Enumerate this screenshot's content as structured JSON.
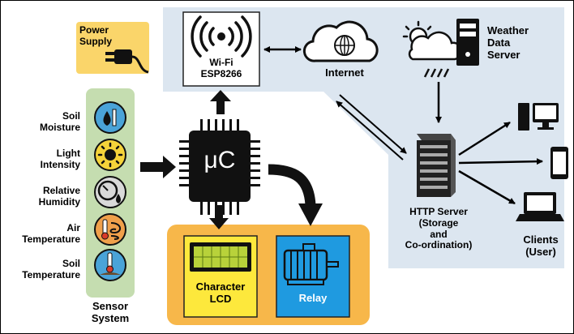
{
  "power_supply": {
    "line1": "Power",
    "line2": "Supply"
  },
  "wifi": {
    "line1": "Wi-Fi",
    "line2": "ESP8266"
  },
  "internet": {
    "label": "Internet"
  },
  "weather": {
    "line1": "Weather",
    "line2": "Data",
    "line3": "Server"
  },
  "mcu": {
    "label": "μC"
  },
  "sensors": [
    {
      "line1": "Soil",
      "line2": "Moisture",
      "icon": "soil-moisture-icon",
      "color": "#4aa3d8"
    },
    {
      "line1": "Light",
      "line2": "Intensity",
      "icon": "sun-icon",
      "color": "#f5d33a"
    },
    {
      "line1": "Relative",
      "line2": "Humidity",
      "icon": "humidity-gauge-icon",
      "color": "#d9d9d9"
    },
    {
      "line1": "Air",
      "line2": "Temperature",
      "icon": "air-temperature-icon",
      "color": "#f0a04b"
    },
    {
      "line1": "Soil",
      "line2": "Temperature",
      "icon": "soil-temperature-icon",
      "color": "#4aa3d8"
    }
  ],
  "sensor_system": {
    "line1": "Sensor",
    "line2": "System"
  },
  "lcd": {
    "line1": "Character",
    "line2": "LCD"
  },
  "relay": {
    "label": "Relay"
  },
  "http_server": {
    "line1": "HTTP Server",
    "line2": "(Storage",
    "line3": "and",
    "line4": "Co-ordination)"
  },
  "clients": {
    "line1": "Clients",
    "line2": "(User)"
  },
  "colors": {
    "cloud_region": "#dce6f0",
    "power": "#fad56a",
    "sensor_panel": "#c5ddb0",
    "output_panel": "#f7b74a",
    "lcd_box": "#fde83c",
    "relay_box": "#1f9ae0"
  }
}
